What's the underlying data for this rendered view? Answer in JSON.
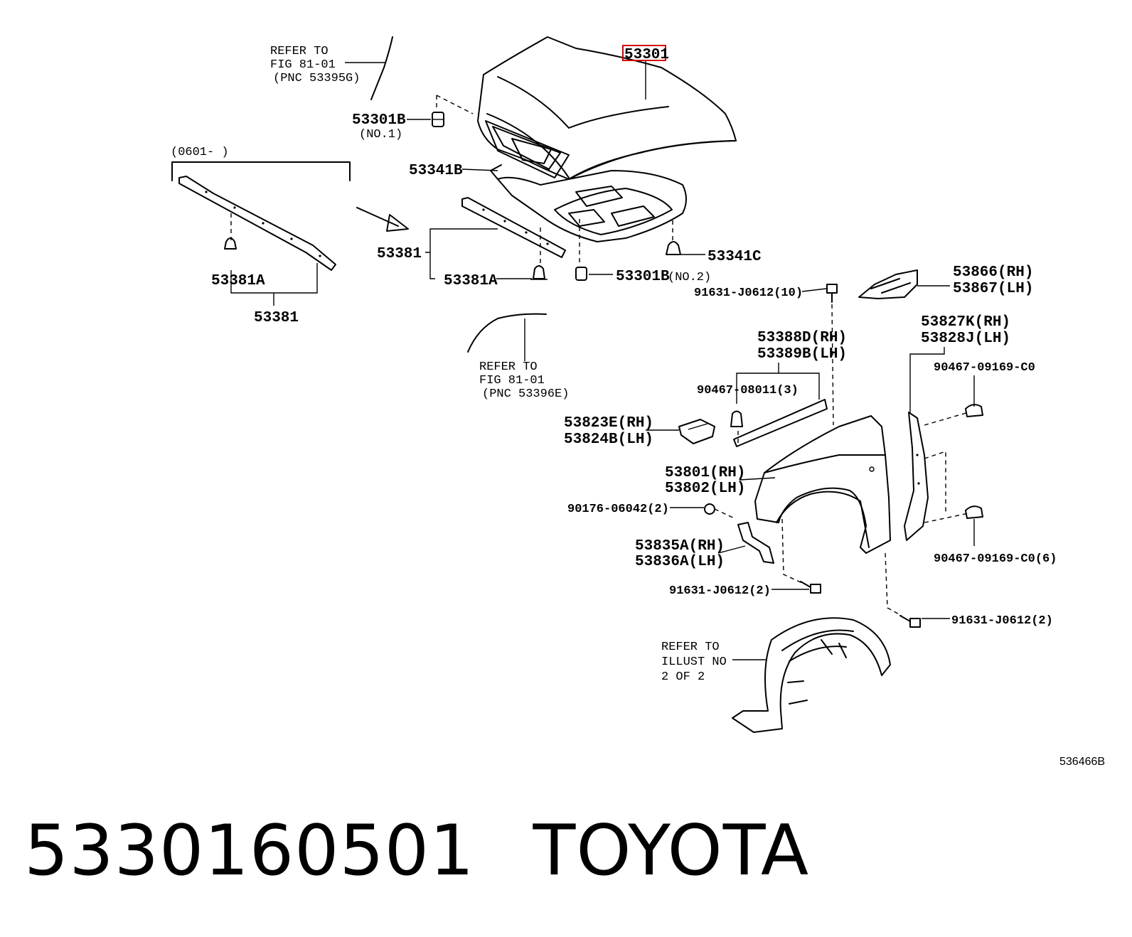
{
  "labels": {
    "refer1_l1": "REFER TO",
    "refer1_l2": "FIG 81-01",
    "refer1_l3": "(PNC 53395G)",
    "p53301": "53301",
    "p53301b_1": "53301B",
    "p53301b_1_note": "(NO.1)",
    "range": "(0601-      )",
    "p53341b": "53341B",
    "p53381_mid": "53381",
    "p53381a_left": "53381A",
    "p53381_left": "53381",
    "p53381a_mid": "53381A",
    "p53301b_2": "53301B",
    "p53301b_2_note": "(NO.2)",
    "p53341c": "53341C",
    "b91631_10": "91631-J0612(10)",
    "p53866": "53866(RH)",
    "p53867": "53867(LH)",
    "refer2_l1": "REFER TO",
    "refer2_l2": "FIG 81-01",
    "refer2_l3": "(PNC 53396E)",
    "p53827k": "53827K(RH)",
    "p53828j": "53828J(LH)",
    "p53388d": "53388D(RH)",
    "p53389b": "53389B(LH)",
    "c90467_top": "90467-09169-C0",
    "c90467_08011": "90467-08011(3)",
    "p53823e": "53823E(RH)",
    "p53824b": "53824B(LH)",
    "p53801": "53801(RH)",
    "p53802": "53802(LH)",
    "n90176": "90176-06042(2)",
    "p53835a": "53835A(RH)",
    "p53836a": "53836A(LH)",
    "c90467_bot": "90467-09169-C0(6)",
    "b91631_2a": "91631-J0612(2)",
    "b91631_2b": "91631-J0612(2)",
    "refer3_l1": "REFER TO",
    "refer3_l2": "ILLUST NO",
    "refer3_l3": "2 OF 2",
    "fig_code": "536466B"
  },
  "footer": {
    "part_number": "5330160501",
    "brand": "TOYOTA"
  },
  "highlight_color": "#d40000"
}
